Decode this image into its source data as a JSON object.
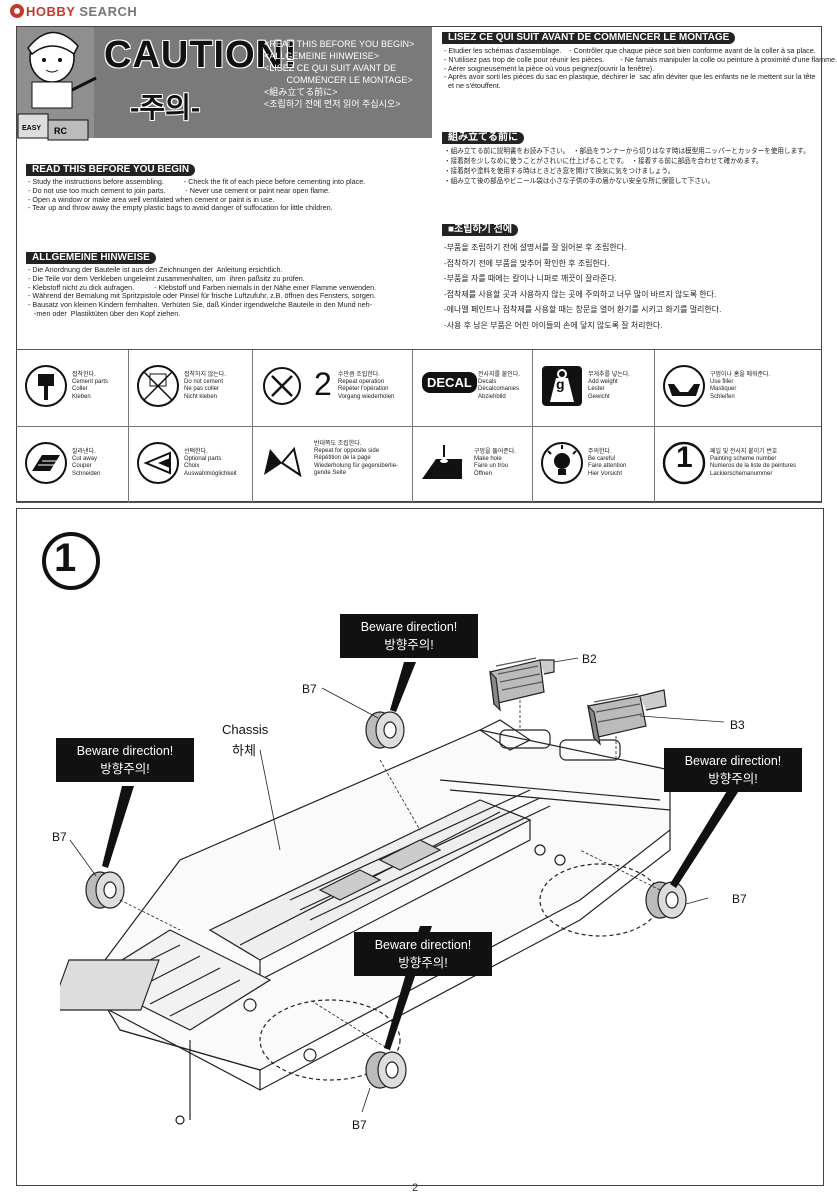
{
  "logo": {
    "brand": "HOBBY",
    "rest": "SEARCH"
  },
  "header": {
    "caution": "CAUTION!",
    "caution_kr": "-주의-",
    "lines": [
      "<READ THIS BEFORE YOU BEGIN>",
      "<ALLGEMEINE HINWEISE>",
      "<LISEZ CE QUI SUIT AVANT DE",
      "         COMMENCER LE MONTAGE>",
      "<組み立てる前に>",
      "<조립하기 전에 먼저 읽어 주십시오>"
    ]
  },
  "sections": {
    "en": {
      "title": "READ THIS BEFORE YOU BEGIN",
      "lines": [
        "- Study the instructions before assembling.          - Check the fit of each piece before cementing into place.",
        "- Do not use too much cement to join parts.          - Never use cement or paint near open flame.",
        "- Open a window or make area well ventilated when cement or paint is in use.",
        "- Tear up and throw away the empty plastic bags to avoid danger of suffocation for little children."
      ]
    },
    "de": {
      "title": "ALLGEMEINE HINWEISE",
      "lines": [
        "- Die Anordnung der Bauteile ist aus den Zeichnungen der  Anleitung ersichtlich.",
        "- Die Teile vor dem Verkleben ungeleimt zusammenhalten, um  ihren paßsitz zu prüfen.",
        "- Klebstoff nicht zu dick aufragen.          - Klebstoff und Farben niemals in der Nähe einer Flamme verwenden.",
        "- Während der Bemalung mit Spritzpistole oder Pinsel für frische Luftzufuhr, z.B. öffnen des Fensters, sorgen.",
        "- Bausatz von kleinen Kindern fernhalten. Verhüten Sie, daß Kinder irgendwelche Bauteile in den Mund neh-",
        "   -men oder  Plastiktüten über den Kopf ziehen."
      ]
    },
    "fr": {
      "title": "LISEZ CE QUI SUIT AVANT DE COMMENCER LE MONTAGE",
      "lines": [
        "- Etudier les schémas d'assemblage.    - Contrôler que chaque pièce soit bien conforme avant de la coller à sa place.",
        "- N'utilisez pas trop de colle pour réunir les pièces.        - Ne famais manipuler la colle ou peinture à proximité d'une flamme.",
        "- Aérer soigneusement la pièce où vous peignez(ouvrir la fenêtre).",
        "- Après avoir sorti les pièces du sac en plastique, déchirer le  sac afin déviter que les enfants ne le mettent sur la tête",
        "  et ne s'étouffent."
      ]
    },
    "jp": {
      "title": "組み立てる前に",
      "lines": [
        "・組み立てる前に説明書をお読み下さい。  ・部品をランナーから切りはなす時は模型用ニッパーとカッターを使用します。",
        "・接着剤を少しなめに使うことがされいに仕上げることです。  ・接着する前に部品を合わせて確かめます。",
        "・接着剤や塗料を使用する時はときどき窓を開けて換気に気をつけましょう。",
        "・組み立て後の部品やビニール袋は小さな子供の手の届かない安全な所に保管して下さい。"
      ]
    },
    "kr": {
      "title": "■조립하기 전에",
      "lines": [
        "-부품을 조립하기 전에 설명서를 잘 읽어본 후 조립한다.",
        "-접착하기 전에 부품을 맞추어 확인한 후 조립한다.",
        "-부품을 자를 때에는 칼이나 니퍼로 깨끗이 잘라준다.",
        "-접착제를 사용할 곳과 사용하지 않는 곳에 주의하고 너무 많이 바르지 않도록 한다.",
        "-에나멜 페인트나 접착제를 사용할 때는 창문을 열어 환기를 시키고 화기를 멀리한다.",
        "-사용 후 남은 부품은 어린 아이들의 손에 닿지 않도록 잘 처리한다."
      ]
    }
  },
  "symbols": [
    {
      "icon": "cement-icon",
      "text": "접착한다.\nCement parts\nColler\nKleben"
    },
    {
      "icon": "no-cement-icon",
      "text": "접착하지 않는다.\nDo not cement\nNe pas coller\nNicht kleben"
    },
    {
      "icon": "repeat-icon",
      "num": "2",
      "text": "수만큼 조립한다.\nRepeat operation\nRépéter l'opération\nVorgang wiederholen"
    },
    {
      "icon": "decal-icon",
      "label": "DECAL",
      "text": "전사지를 붙인다.\nDecals\nDécalcomanies\nAbziehbild"
    },
    {
      "icon": "weight-icon",
      "label": "g",
      "text": "무게추를 넣는다.\nAdd weight\nLester\nGewicht"
    },
    {
      "icon": "filler-icon",
      "text": "구멍이나 홈을 메워준다.\nUse filler\nMastiquer\nSchleifen"
    },
    {
      "icon": "cut-away-icon",
      "text": "잘라낸다.\nCut away\nCouper\nSchneiden"
    },
    {
      "icon": "optional-parts-icon",
      "text": "선택한다.\nOptional parts\nChoix\nAuswahlmöglichkeit"
    },
    {
      "icon": "opposite-side-icon",
      "text": "반대쪽도 조립한다.\nRepeat for opposite side\nRépétition de la page\nWiederholung für gegenüberlie-\ngende Seite"
    },
    {
      "icon": "make-hole-icon",
      "text": "구멍을 뚫어준다.\nMake hole\nFaire un trou\nÖffnen"
    },
    {
      "icon": "careful-icon",
      "text": "주의한다.\nBe careful\nFaire attention\nHier Vorsicht"
    },
    {
      "icon": "paint-number-icon",
      "label": "1",
      "text": "페일 및 전사지 붙이기 번호\nPainting scheme number\nNumeros de la liste de peintures\nLackierschemanummer"
    }
  ],
  "step": {
    "number": "1",
    "callouts": [
      {
        "line1": "Beware direction!",
        "line2": "방향주의!"
      },
      {
        "line1": "Beware direction!",
        "line2": "방향주의!"
      },
      {
        "line1": "Beware direction!",
        "line2": "방향주의!"
      },
      {
        "line1": "Beware direction!",
        "line2": "방향주의!"
      }
    ],
    "labels": {
      "b2": "B2",
      "b3": "B3",
      "b7a": "B7",
      "b7b": "B7",
      "b7c": "B7",
      "b7d": "B7",
      "chassis_en": "Chassis",
      "chassis_kr": "하체"
    }
  },
  "page_number": "2"
}
